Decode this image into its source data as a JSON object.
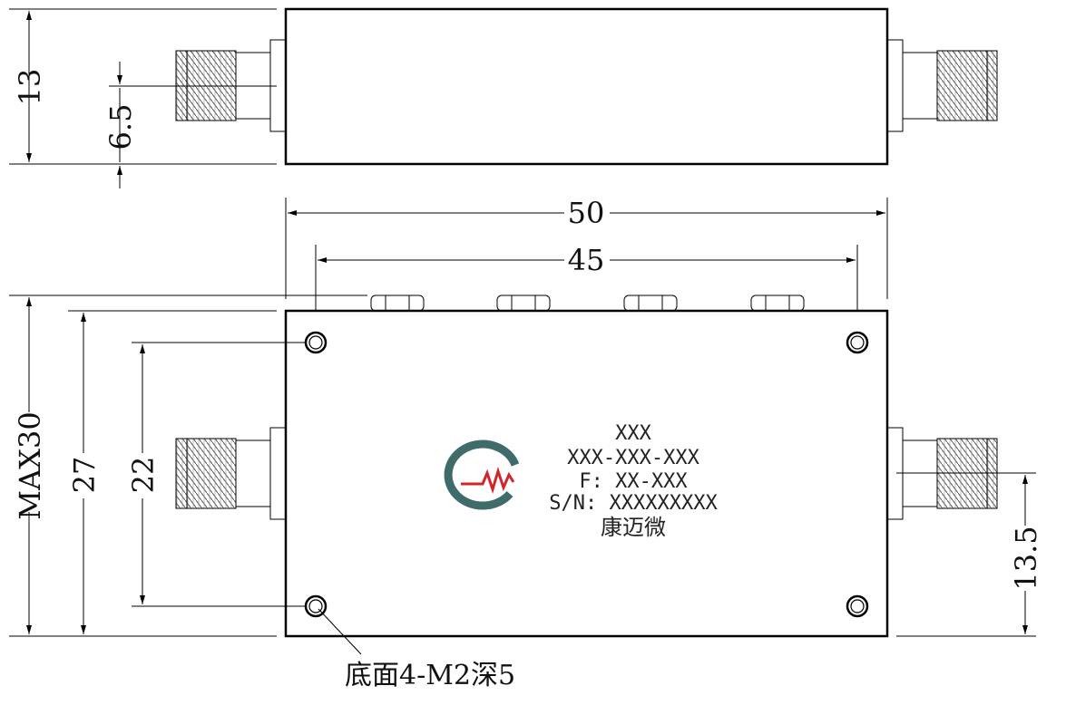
{
  "dimensions": {
    "top_height": "13",
    "top_center": "6.5",
    "width_total": "50",
    "width_holes": "45",
    "height_max": "MAX30",
    "height_body": "27",
    "height_holes": "22",
    "connector_offset": "13.5"
  },
  "label": {
    "line1": "XXX",
    "line2": "XXX-XXX-XXX",
    "line3": "F: XX-XXX",
    "line4": "S/N: XXXXXXXXX",
    "line5": "康迈微"
  },
  "note": "底面4-M2深5",
  "colors": {
    "logo_arc": "#3f6b6a",
    "logo_wave": "#d0262b",
    "line": "#000000"
  }
}
